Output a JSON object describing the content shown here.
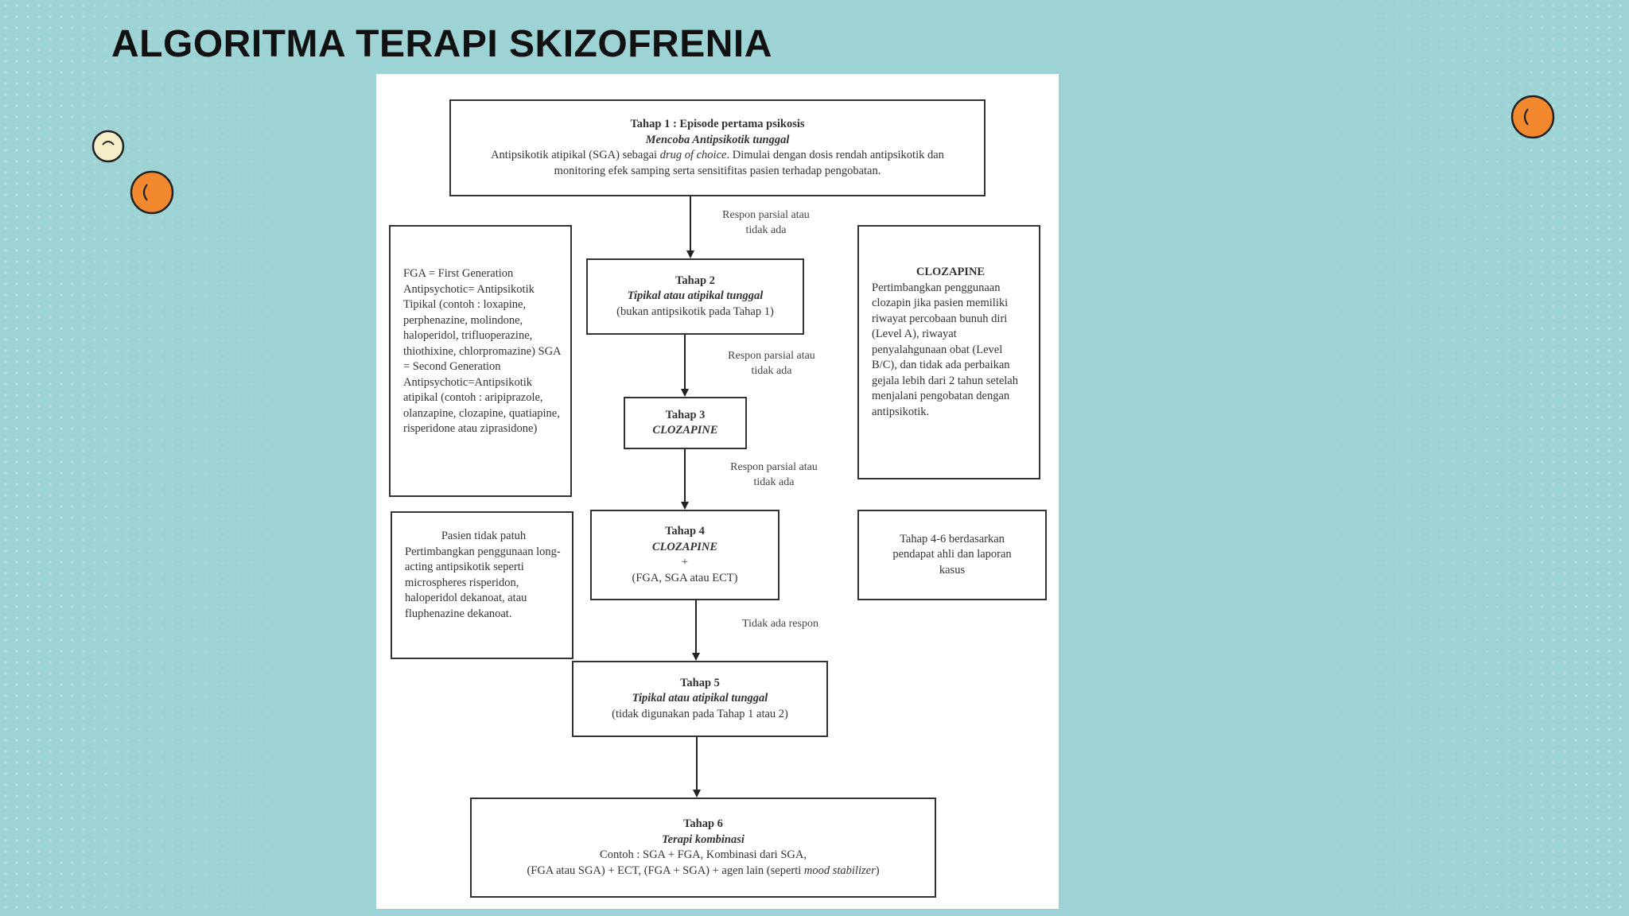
{
  "page": {
    "title": "ALGORITMA TERAPI SKIZOFRENIA"
  },
  "colors": {
    "background": "#9dd3d4",
    "accent_orange": "#f2892e",
    "accent_cream": "#f6edc9",
    "ink": "#333333"
  },
  "decorations": [
    "cream-circle-icon",
    "orange-circle-icon",
    "orange-circle-icon"
  ],
  "flowchart": {
    "step1": {
      "heading": "Tahap 1 : Episode pertama psikosis",
      "subheading": "Mencoba Antipsikotik tunggal",
      "text_a": "Antipsikotik atipikal (SGA) sebagai ",
      "text_em": "drug of choice",
      "text_b": ". Dimulai dengan dosis rendah antipsikotik dan monitoring efek samping serta sensitifitas pasien terhadap pengobatan."
    },
    "arrow1_label": "Respon parsial atau tidak ada",
    "step2": {
      "heading": "Tahap 2",
      "subheading": "Tipikal atau atipikal tunggal",
      "text": "(bukan antipsikotik pada Tahap 1)"
    },
    "arrow2_label": "Respon parsial atau tidak ada",
    "step3": {
      "heading": "Tahap 3",
      "subheading": "CLOZAPINE"
    },
    "arrow3_label": "Respon parsial atau tidak ada",
    "step4": {
      "heading": "Tahap 4",
      "subheading": "CLOZAPINE",
      "plus": "+",
      "text": "(FGA, SGA atau ECT)"
    },
    "arrow4_label": "Tidak ada respon",
    "step5": {
      "heading": "Tahap 5",
      "subheading": "Tipikal atau atipikal tunggal",
      "text": "(tidak digunakan pada Tahap 1 atau 2)"
    },
    "step6": {
      "heading": "Tahap 6",
      "subheading": "Terapi kombinasi",
      "line1": "Contoh : SGA + FGA, Kombinasi dari SGA,",
      "line2_a": "(FGA atau SGA) + ECT, (FGA + SGA) + agen lain (seperti ",
      "line2_em": "mood stabilizer",
      "line2_b": ")"
    },
    "legend_box": {
      "text": "FGA = First Generation Antipsychotic= Antipsikotik Tipikal (contoh : loxapine, perphenazine, molindone, haloperidol, trifluoperazine, thiothixine, chlorpromazine) SGA = Second Generation Antipsychotic=Antipsikotik atipikal (contoh : aripiprazole, olanzapine, clozapine, quatiapine, risperidone atau ziprasidone)"
    },
    "clozapine_box": {
      "heading": "CLOZAPINE",
      "text": "Pertimbangkan penggunaan clozapin jika pasien memiliki riwayat percobaan bunuh diri (Level A), riwayat penyalahgunaan obat (Level B/C), dan tidak ada perbaikan gejala lebih dari 2 tahun setelah menjalani pengobatan dengan antipsikotik."
    },
    "noncompliance_box": {
      "heading": "Pasien tidak patuh",
      "text": "Pertimbangkan penggunaan long-acting antipsikotik seperti microspheres risperidon, haloperidol dekanoat, atau fluphenazine dekanoat."
    },
    "note_box": {
      "text": "Tahap 4-6 berdasarkan pendapat ahli dan laporan kasus"
    }
  }
}
